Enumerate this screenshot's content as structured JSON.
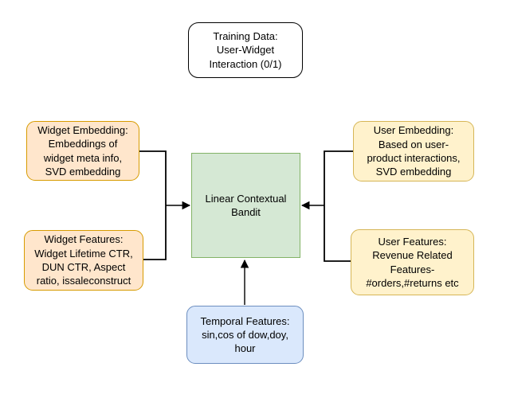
{
  "diagram": {
    "title": "Linear Contextual Bandit feature diagram",
    "background_color": "#ffffff",
    "nodes": {
      "training_data": {
        "text": "Training Data:\nUser-Widget\nInteraction (0/1)",
        "fill": "#ffffff",
        "stroke": "#000000",
        "shape": "rounded-rectangle"
      },
      "widget_embedding": {
        "text": "Widget Embedding:\nEmbeddings of\nwidget meta info,\nSVD embedding",
        "fill": "#FFE6CC",
        "stroke": "#D79B00",
        "shape": "rounded-rectangle"
      },
      "widget_features": {
        "text": "Widget Features:\nWidget Lifetime CTR,\nDUN CTR, Aspect\nratio, issaleconstruct",
        "fill": "#FFE6CC",
        "stroke": "#D79B00",
        "shape": "rounded-rectangle"
      },
      "linear_contextual_bandit": {
        "text": "Linear Contextual\nBandit",
        "fill": "#D5E8D4",
        "stroke": "#82B366",
        "shape": "rectangle"
      },
      "user_embedding": {
        "text": "User Embedding:\nBased on user-\nproduct interactions,\nSVD embedding",
        "fill": "#FFF2CC",
        "stroke": "#D6B656",
        "shape": "rounded-rectangle"
      },
      "user_features": {
        "text": "User Features:\nRevenue Related\nFeatures-\n#orders,#returns etc",
        "fill": "#FFF2CC",
        "stroke": "#D6B656",
        "shape": "rounded-rectangle"
      },
      "temporal_features": {
        "text": "Temporal Features:\nsin,cos of dow,doy,\nhour",
        "fill": "#DAE8FC",
        "stroke": "#6C8EBF",
        "shape": "rounded-rectangle"
      }
    },
    "edges": [
      {
        "from": "widget_embedding",
        "to": "linear_contextual_bandit",
        "arrow": true
      },
      {
        "from": "widget_features",
        "to": "linear_contextual_bandit",
        "arrow": true
      },
      {
        "from": "user_embedding",
        "to": "linear_contextual_bandit",
        "arrow": true
      },
      {
        "from": "user_features",
        "to": "linear_contextual_bandit",
        "arrow": true
      },
      {
        "from": "temporal_features",
        "to": "linear_contextual_bandit",
        "arrow": true
      }
    ],
    "edge_color": "#000000"
  }
}
